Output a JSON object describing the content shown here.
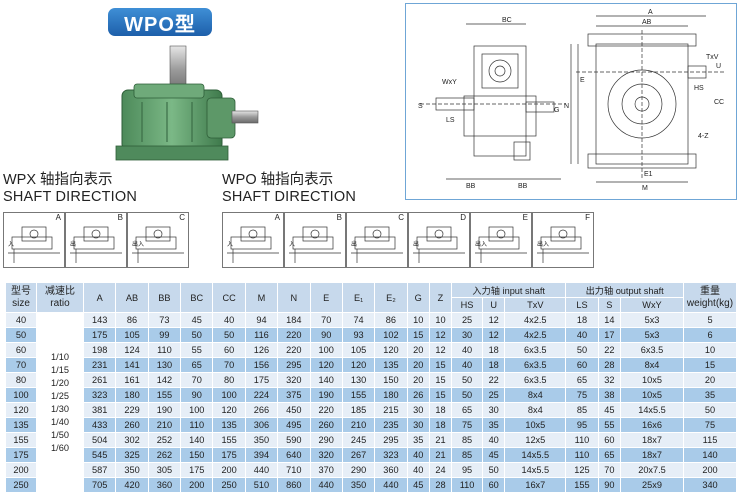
{
  "title": "WPO型",
  "wpx_caption": {
    "zh": "WPX 轴指向表示",
    "en": "SHAFT DIRECTION"
  },
  "wpo_caption": {
    "zh": "WPO 轴指向表示",
    "en": "SHAFT DIRECTION"
  },
  "wpx_views": [
    {
      "label": "A",
      "mark": "入"
    },
    {
      "label": "B",
      "mark": "出"
    },
    {
      "label": "C",
      "mark": "出入"
    }
  ],
  "wpo_views": [
    {
      "label": "A",
      "mark": "入"
    },
    {
      "label": "B",
      "mark": "入"
    },
    {
      "label": "C",
      "mark": "出"
    },
    {
      "label": "D",
      "mark": "出"
    },
    {
      "label": "E",
      "mark": "出入"
    },
    {
      "label": "F",
      "mark": "出入"
    }
  ],
  "drawing_labels": {
    "bc": "BC",
    "a": "A",
    "ab": "AB",
    "txv": "TxV",
    "u": "U",
    "wxy": "WxY",
    "hs": "HS",
    "cc": "CC",
    "s": "S",
    "ls": "LS",
    "e": "E",
    "n": "N",
    "g": "G",
    "ez": "4-Z",
    "m": "M",
    "bb1": "BB",
    "bb2": "BB",
    "e1": "E1"
  },
  "table": {
    "headers": {
      "size": [
        "型号",
        "size"
      ],
      "ratio": [
        "减速比",
        "ratio"
      ],
      "A": "A",
      "AB": "AB",
      "BB": "BB",
      "BC": "BC",
      "CC": "CC",
      "M": "M",
      "N": "N",
      "E": "E",
      "E1": "E₁",
      "E2": "E₂",
      "G": "G",
      "Z": "Z",
      "input": "入力轴 input shaft",
      "output": "出力轴 output shaft",
      "weight": [
        "重量",
        "weight(kg)"
      ],
      "sub_input": [
        "HS",
        "U",
        "TxV"
      ],
      "sub_output": [
        "LS",
        "S",
        "WxY"
      ]
    },
    "ratios": [
      "1/10",
      "1/15",
      "1/20",
      "1/25",
      "1/30",
      "1/40",
      "1/50",
      "1/60"
    ],
    "rows": [
      [
        "40",
        "143",
        "86",
        "73",
        "45",
        "40",
        "94",
        "184",
        "70",
        "74",
        "86",
        "10",
        "10",
        "25",
        "12",
        "4x2.5",
        "18",
        "14",
        "5x3",
        "5"
      ],
      [
        "50",
        "175",
        "105",
        "99",
        "50",
        "50",
        "116",
        "220",
        "90",
        "93",
        "102",
        "15",
        "12",
        "30",
        "12",
        "4x2.5",
        "40",
        "17",
        "5x3",
        "6"
      ],
      [
        "60",
        "198",
        "124",
        "110",
        "55",
        "60",
        "126",
        "220",
        "100",
        "105",
        "120",
        "20",
        "12",
        "40",
        "18",
        "6x3.5",
        "50",
        "22",
        "6x3.5",
        "10"
      ],
      [
        "70",
        "231",
        "141",
        "130",
        "65",
        "70",
        "156",
        "295",
        "120",
        "120",
        "135",
        "20",
        "15",
        "40",
        "18",
        "6x3.5",
        "60",
        "28",
        "8x4",
        "15"
      ],
      [
        "80",
        "261",
        "161",
        "142",
        "70",
        "80",
        "175",
        "320",
        "140",
        "130",
        "150",
        "20",
        "15",
        "50",
        "22",
        "6x3.5",
        "65",
        "32",
        "10x5",
        "20"
      ],
      [
        "100",
        "323",
        "180",
        "155",
        "90",
        "100",
        "224",
        "375",
        "190",
        "155",
        "180",
        "26",
        "15",
        "50",
        "25",
        "8x4",
        "75",
        "38",
        "10x5",
        "35"
      ],
      [
        "120",
        "381",
        "229",
        "190",
        "100",
        "120",
        "266",
        "450",
        "220",
        "185",
        "215",
        "30",
        "18",
        "65",
        "30",
        "8x4",
        "85",
        "45",
        "14x5.5",
        "50"
      ],
      [
        "135",
        "433",
        "260",
        "210",
        "110",
        "135",
        "306",
        "495",
        "260",
        "210",
        "235",
        "30",
        "18",
        "75",
        "35",
        "10x5",
        "95",
        "55",
        "16x6",
        "75"
      ],
      [
        "155",
        "504",
        "302",
        "252",
        "140",
        "155",
        "350",
        "590",
        "290",
        "245",
        "295",
        "35",
        "21",
        "85",
        "40",
        "12x5",
        "110",
        "60",
        "18x7",
        "115"
      ],
      [
        "175",
        "545",
        "325",
        "262",
        "150",
        "175",
        "394",
        "640",
        "320",
        "267",
        "323",
        "40",
        "21",
        "85",
        "45",
        "14x5.5",
        "110",
        "65",
        "18x7",
        "140"
      ],
      [
        "200",
        "587",
        "350",
        "305",
        "175",
        "200",
        "440",
        "710",
        "370",
        "290",
        "360",
        "40",
        "24",
        "95",
        "50",
        "14x5.5",
        "125",
        "70",
        "20x7.5",
        "200"
      ],
      [
        "250",
        "705",
        "420",
        "360",
        "200",
        "250",
        "510",
        "860",
        "440",
        "350",
        "440",
        "45",
        "28",
        "110",
        "60",
        "16x7",
        "155",
        "90",
        "25x9",
        "340"
      ]
    ]
  },
  "colors": {
    "badge": "#1d5faa",
    "header_bg": "#c7d9ec",
    "row_light": "#e6eef7",
    "row_dark": "#a9cbe9",
    "gearbox_green": "#5f9a6a"
  }
}
